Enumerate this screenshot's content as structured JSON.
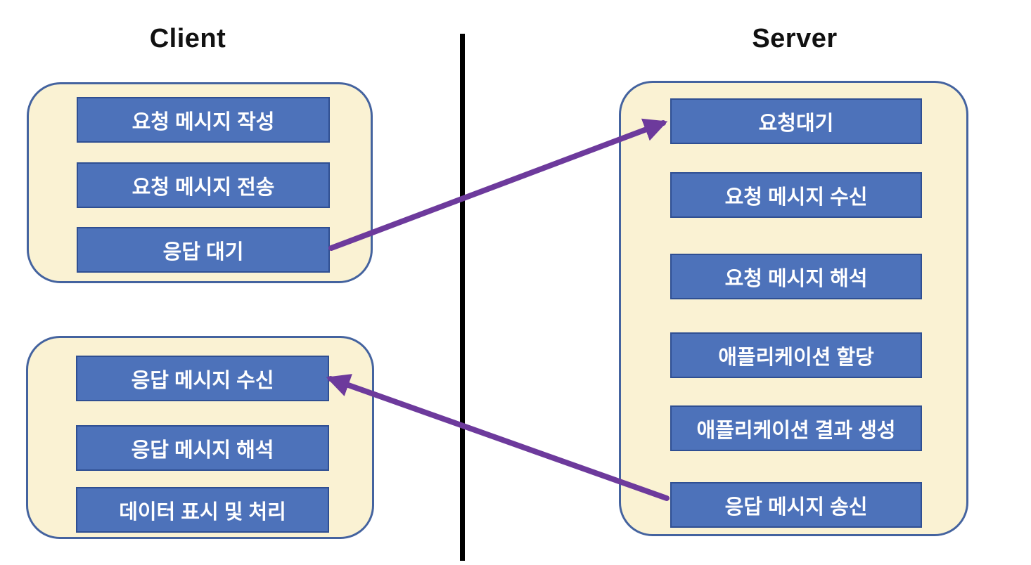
{
  "titles": {
    "client": "Client",
    "server": "Server"
  },
  "groups": {
    "client_request": {
      "steps": [
        "요청 메시지 작성",
        "요청 메시지 전송",
        "응답 대기"
      ]
    },
    "client_response": {
      "steps": [
        "응답 메시지 수신",
        "응답 메시지 해석",
        "데이터 표시 및 처리"
      ]
    },
    "server": {
      "steps": [
        "요청대기",
        "요청 메시지 수신",
        "요청 메시지 해석",
        "애플리케이션 할당",
        "애플리케이션 결과 생성",
        "응답 메시지 송신"
      ]
    }
  },
  "arrows": [
    {
      "name": "request-arrow",
      "from": "응답 대기",
      "to": "요청대기"
    },
    {
      "name": "response-arrow",
      "from": "응답 메시지 송신",
      "to": "응답 메시지 수신"
    }
  ],
  "colors": {
    "step_fill": "#4d72ba",
    "step_border": "#2f4f92",
    "step_text": "#ffffff",
    "group_fill": "#faf2d3",
    "group_border": "#44639f",
    "arrow": "#6d3a9c",
    "divider": "#000000",
    "title_text": "#111111"
  }
}
